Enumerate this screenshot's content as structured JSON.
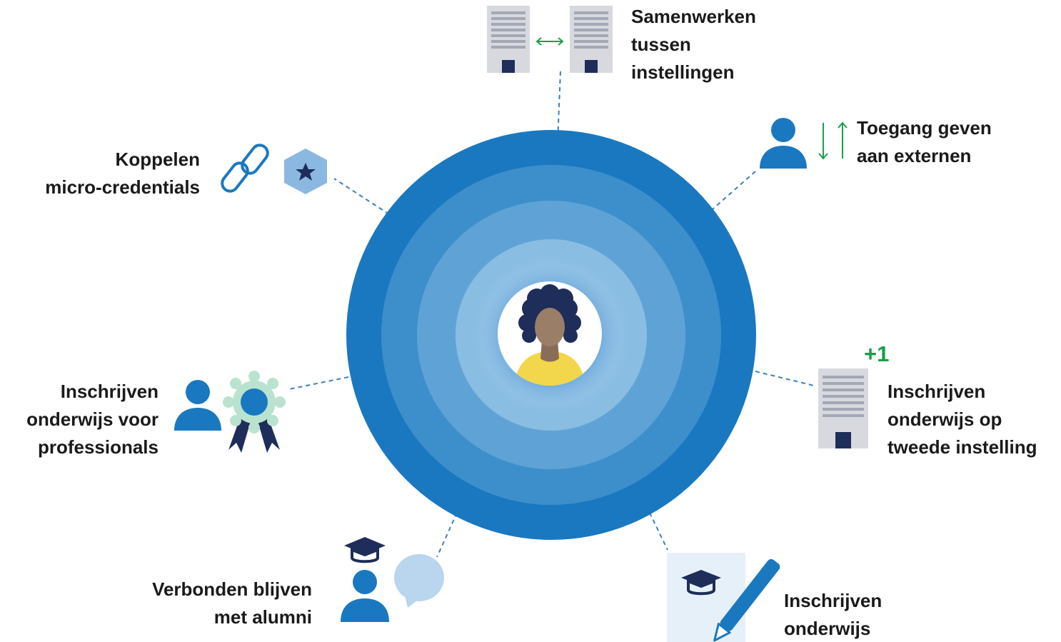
{
  "colors": {
    "ring_outer": "#1a78c0",
    "ring_2": "#3d8fcb",
    "ring_3": "#5fa3d6",
    "ring_4": "#89bde2",
    "ring_inner": "#b0d3ee",
    "icon_blue": "#1a78c0",
    "navy": "#1f2d5a",
    "building_grey": "#d7d9df",
    "accent_green": "#1a9e4a",
    "rosette_green": "#b9e3cf",
    "hexagon_blue": "#8ab8e0",
    "speech_bubble": "#b9d6ee",
    "paper_bg": "#e6f0f9",
    "skin": "#9a7e68",
    "shirt": "#f2d64b",
    "text": "#1a1a1a"
  },
  "items": {
    "collaborate": {
      "icon": "two-buildings-exchange-icon",
      "lines": [
        "Samenwerken",
        "tussen",
        "instellingen"
      ]
    },
    "external_access": {
      "icon": "person-up-down-arrows-icon",
      "lines": [
        "Toegang geven",
        "aan externen"
      ]
    },
    "second_institution": {
      "icon": "building-plus-icon",
      "badge": "+1",
      "lines": [
        "Inschrijven",
        "onderwijs op",
        "tweede instelling"
      ]
    },
    "enroll_education": {
      "icon": "paper-pencil-graduation-icon",
      "lines": [
        "Inschrijven",
        "onderwijs"
      ]
    },
    "alumni": {
      "icon": "graduate-speech-bubble-icon",
      "lines": [
        "Verbonden blijven",
        "met alumni"
      ]
    },
    "professionals": {
      "icon": "person-award-icon",
      "lines": [
        "Inschrijven",
        "onderwijs voor",
        "professionals"
      ]
    },
    "micro_credentials": {
      "icon": "chain-link-star-badge-icon",
      "lines": [
        "Koppelen",
        "micro-credentials"
      ]
    }
  }
}
